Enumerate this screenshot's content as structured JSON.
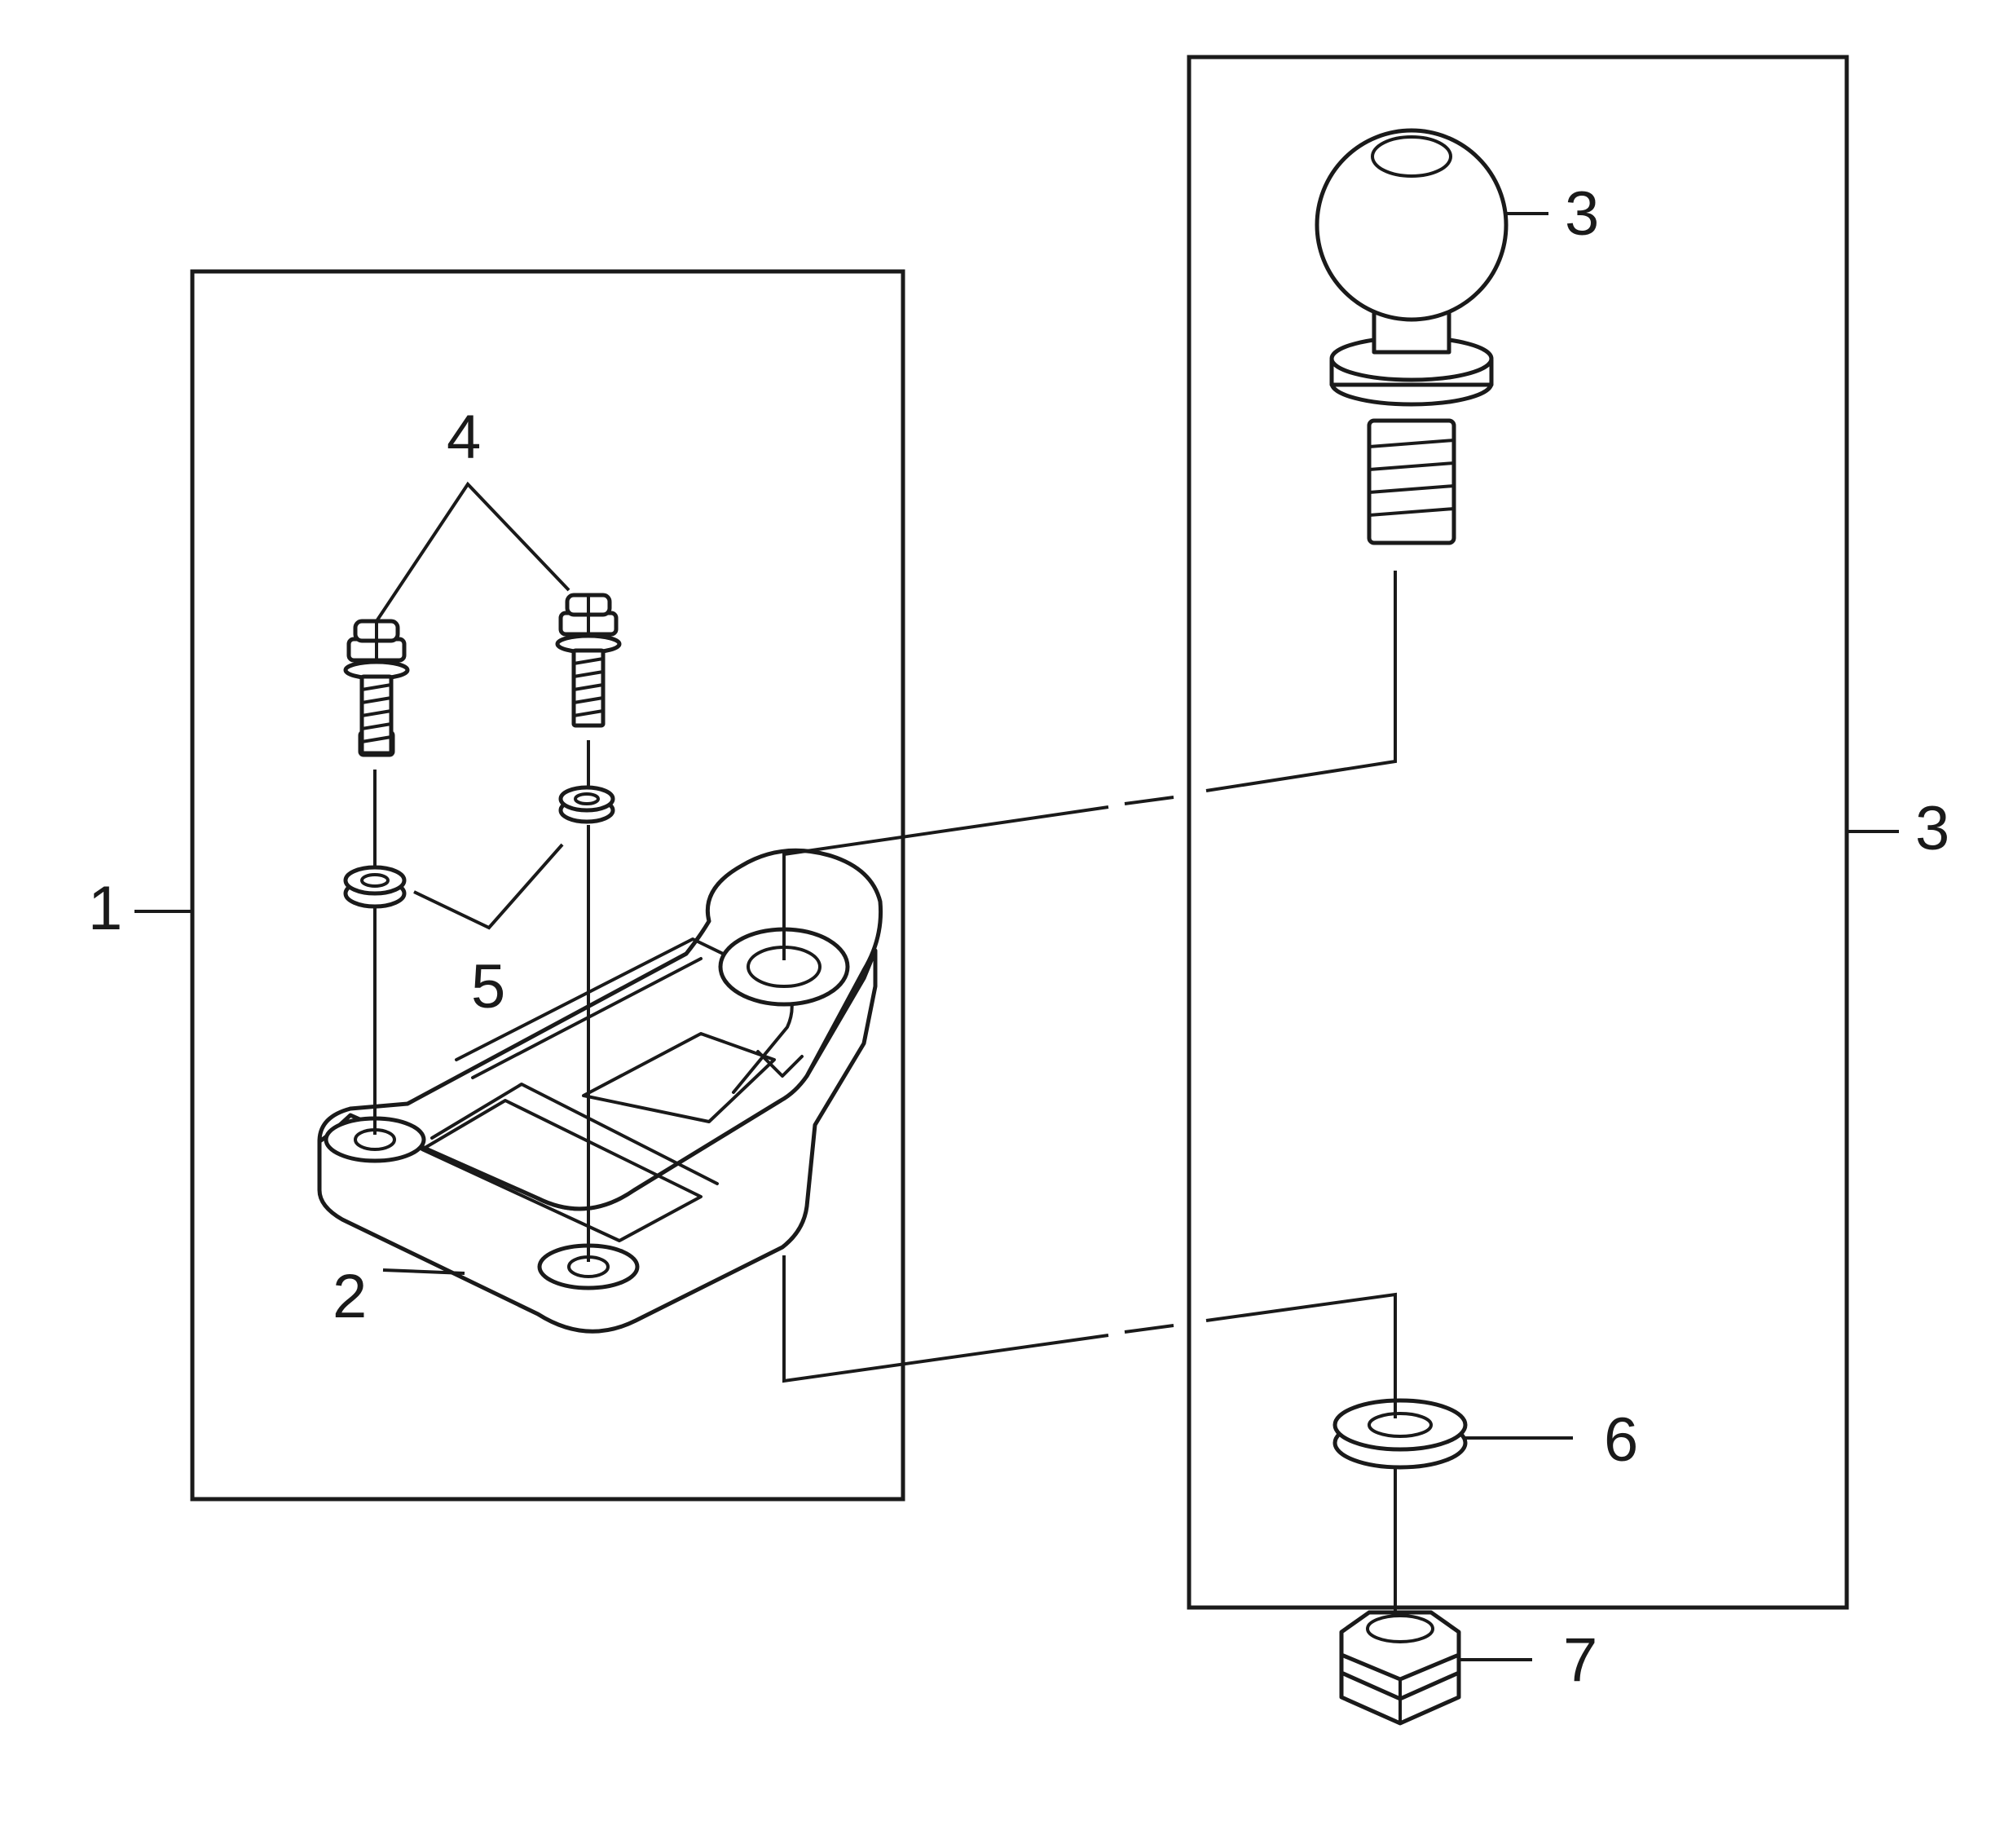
{
  "callouts": {
    "c1": "1",
    "c2": "2",
    "c3_ball": "3",
    "c3_frame": "3",
    "c4": "4",
    "c5": "5",
    "c6": "6",
    "c7": "7"
  },
  "colors": {
    "line": "#1a1a1a",
    "background": "#ffffff"
  }
}
